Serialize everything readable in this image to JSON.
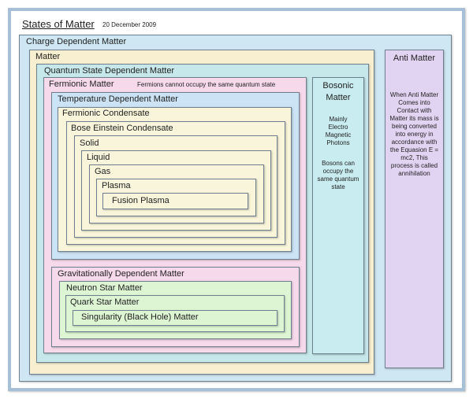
{
  "diagram": {
    "title": "States of Matter",
    "date": "20 December 2009",
    "boxes": {
      "charge": "Charge Dependent Matter",
      "matter": "Matter",
      "quantum": "Quantum State Dependent Matter",
      "fermionic": "Fermionic Matter",
      "fermionic_note": "Fermions cannot occupy the same quantum state",
      "temperature": "Temperature Dependent Matter",
      "fermionic_condensate": "Fermionic Condensate",
      "bose_einstein": "Bose Einstein Condensate",
      "solid": "Solid",
      "liquid": "Liquid",
      "gas": "Gas",
      "plasma": "Plasma",
      "fusion_plasma": "Fusion Plasma",
      "gravitational": "Gravitationally Dependent Matter",
      "neutron_star": "Neutron Star Matter",
      "quark_star": "Quark Star Matter",
      "singularity": "Singularity (Black Hole) Matter",
      "bosonic": "Bosonic Matter",
      "bosonic_note1": "Mainly Electro Magnetic Photons",
      "bosonic_note2": "Bosons can occupy the same quantum state",
      "anti": "Anti Matter",
      "anti_note": "When Anti Matter Comes into Contact with Matter its mass is being converted into energy in accordance with the Equasion E = mc2, This process is called annihilation"
    }
  },
  "colors": {
    "outer_border": "#a7c0d8",
    "charge_fill": "#cfe7f3",
    "matter_fill": "#f7efcf",
    "quantum_fill": "#c6e8ea",
    "fermionic_fill": "#f6d9ea",
    "temperature_fill": "#cbe3f5",
    "condensate_fill": "#f8f5db",
    "gravitational_fill": "#f6d9ea",
    "neutron_fill": "#def5d4",
    "bosonic_fill": "#c9ecf0",
    "anti_fill": "#e1d4f3"
  }
}
